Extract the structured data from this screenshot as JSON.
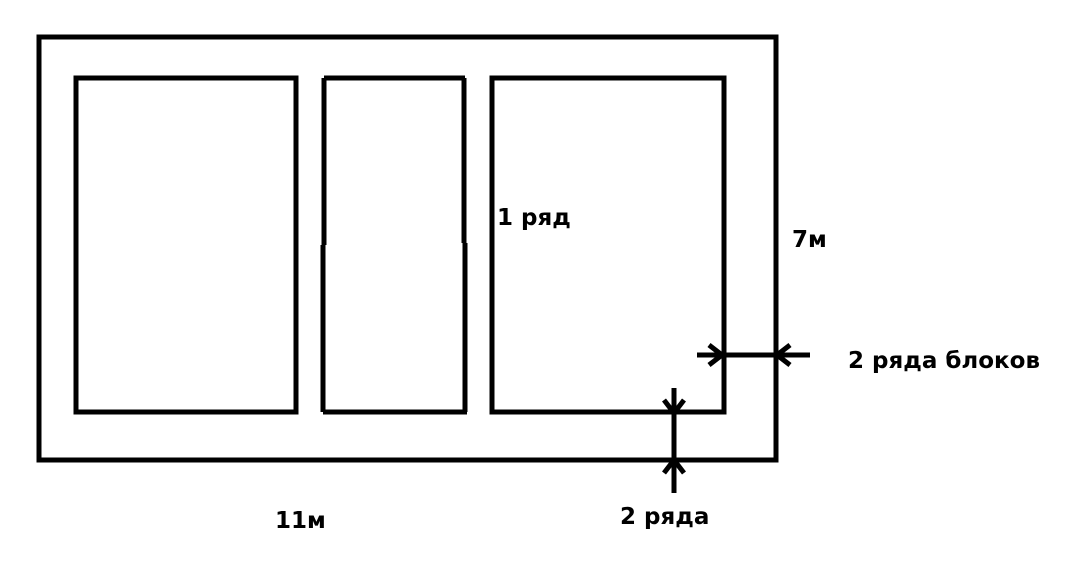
{
  "colors": {
    "stroke": "#000000",
    "background": "#ffffff"
  },
  "labels": {
    "one_row": "1 ряд",
    "width": "7м",
    "two_rows_blocks": "2 ряда блоков",
    "length": "11м",
    "two_rows": "2 ряда"
  }
}
